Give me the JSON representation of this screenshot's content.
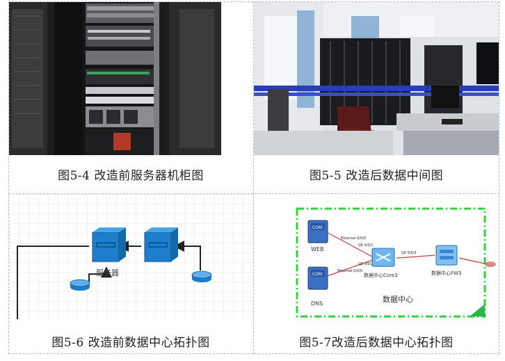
{
  "figures": [
    {
      "caption": "图5-4 改造前服务器机柜图"
    },
    {
      "caption": "图5-5 改造后数据中间图"
    },
    {
      "caption": "图5-6 改造前数据中心拓扑图",
      "labels": {
        "server": "服务器"
      }
    },
    {
      "caption": "图5-7改造后数据中心拓扑图",
      "labels": {
        "web": "WEB",
        "dns": "DNS",
        "com1": ".COM",
        "com2": ".COM",
        "eth1": "Ethernet 0/0/0",
        "eth2": "Ethernet 0/0/0",
        "ge1": "GE 0/0/1",
        "ge2": "GE 0/0/2",
        "ge3": "GE 0/0/3",
        "core": "数据中心Core3",
        "fw": "数据中心FW3",
        "dc": "数据中心"
      }
    }
  ]
}
